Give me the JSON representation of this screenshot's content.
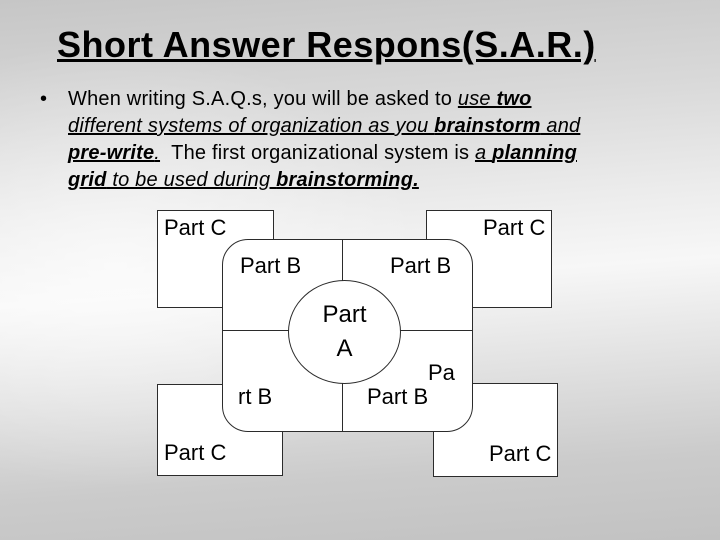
{
  "title": {
    "text": "Short Answer Respons(S.A.R.)"
  },
  "bullet": {
    "marker": "•",
    "line1": {
      "s1": "When writing S.A.Q.s, you will be asked to ",
      "s2": "use ",
      "s3": "two"
    },
    "line2": {
      "s1": "different systems of organization as you ",
      "s2": "brainstorm",
      "s3": " and"
    },
    "line3": {
      "s1": "pre-write",
      "s2": ".",
      "s3": "  The first organizational system is ",
      "s4": "a ",
      "s5": "planning"
    },
    "line4": {
      "s1": "grid",
      "s2": " to be used during ",
      "s3": "brainstorming."
    }
  },
  "diagram": {
    "box_top_left": "Part C",
    "box_top_right": "Part C",
    "box_bottom_left": "Part C",
    "box_bottom_right": "Part C",
    "quadrant_top_left": "Part B",
    "quadrant_top_right": "Part B",
    "quadrant_bottom_left_partial": "rt B",
    "quadrant_bottom_right": "Part B",
    "quadrant_bottom_right_fragment": "Pa",
    "center_line1": "Part",
    "center_line2": "A"
  },
  "colors": {
    "text": "#000000",
    "shape_fill": "#ffffff",
    "shape_border": "#2b2b2b",
    "background_top": "#c6c6c6",
    "background_middle": "#f7f7f7",
    "background_bottom": "#c2c2c2"
  }
}
